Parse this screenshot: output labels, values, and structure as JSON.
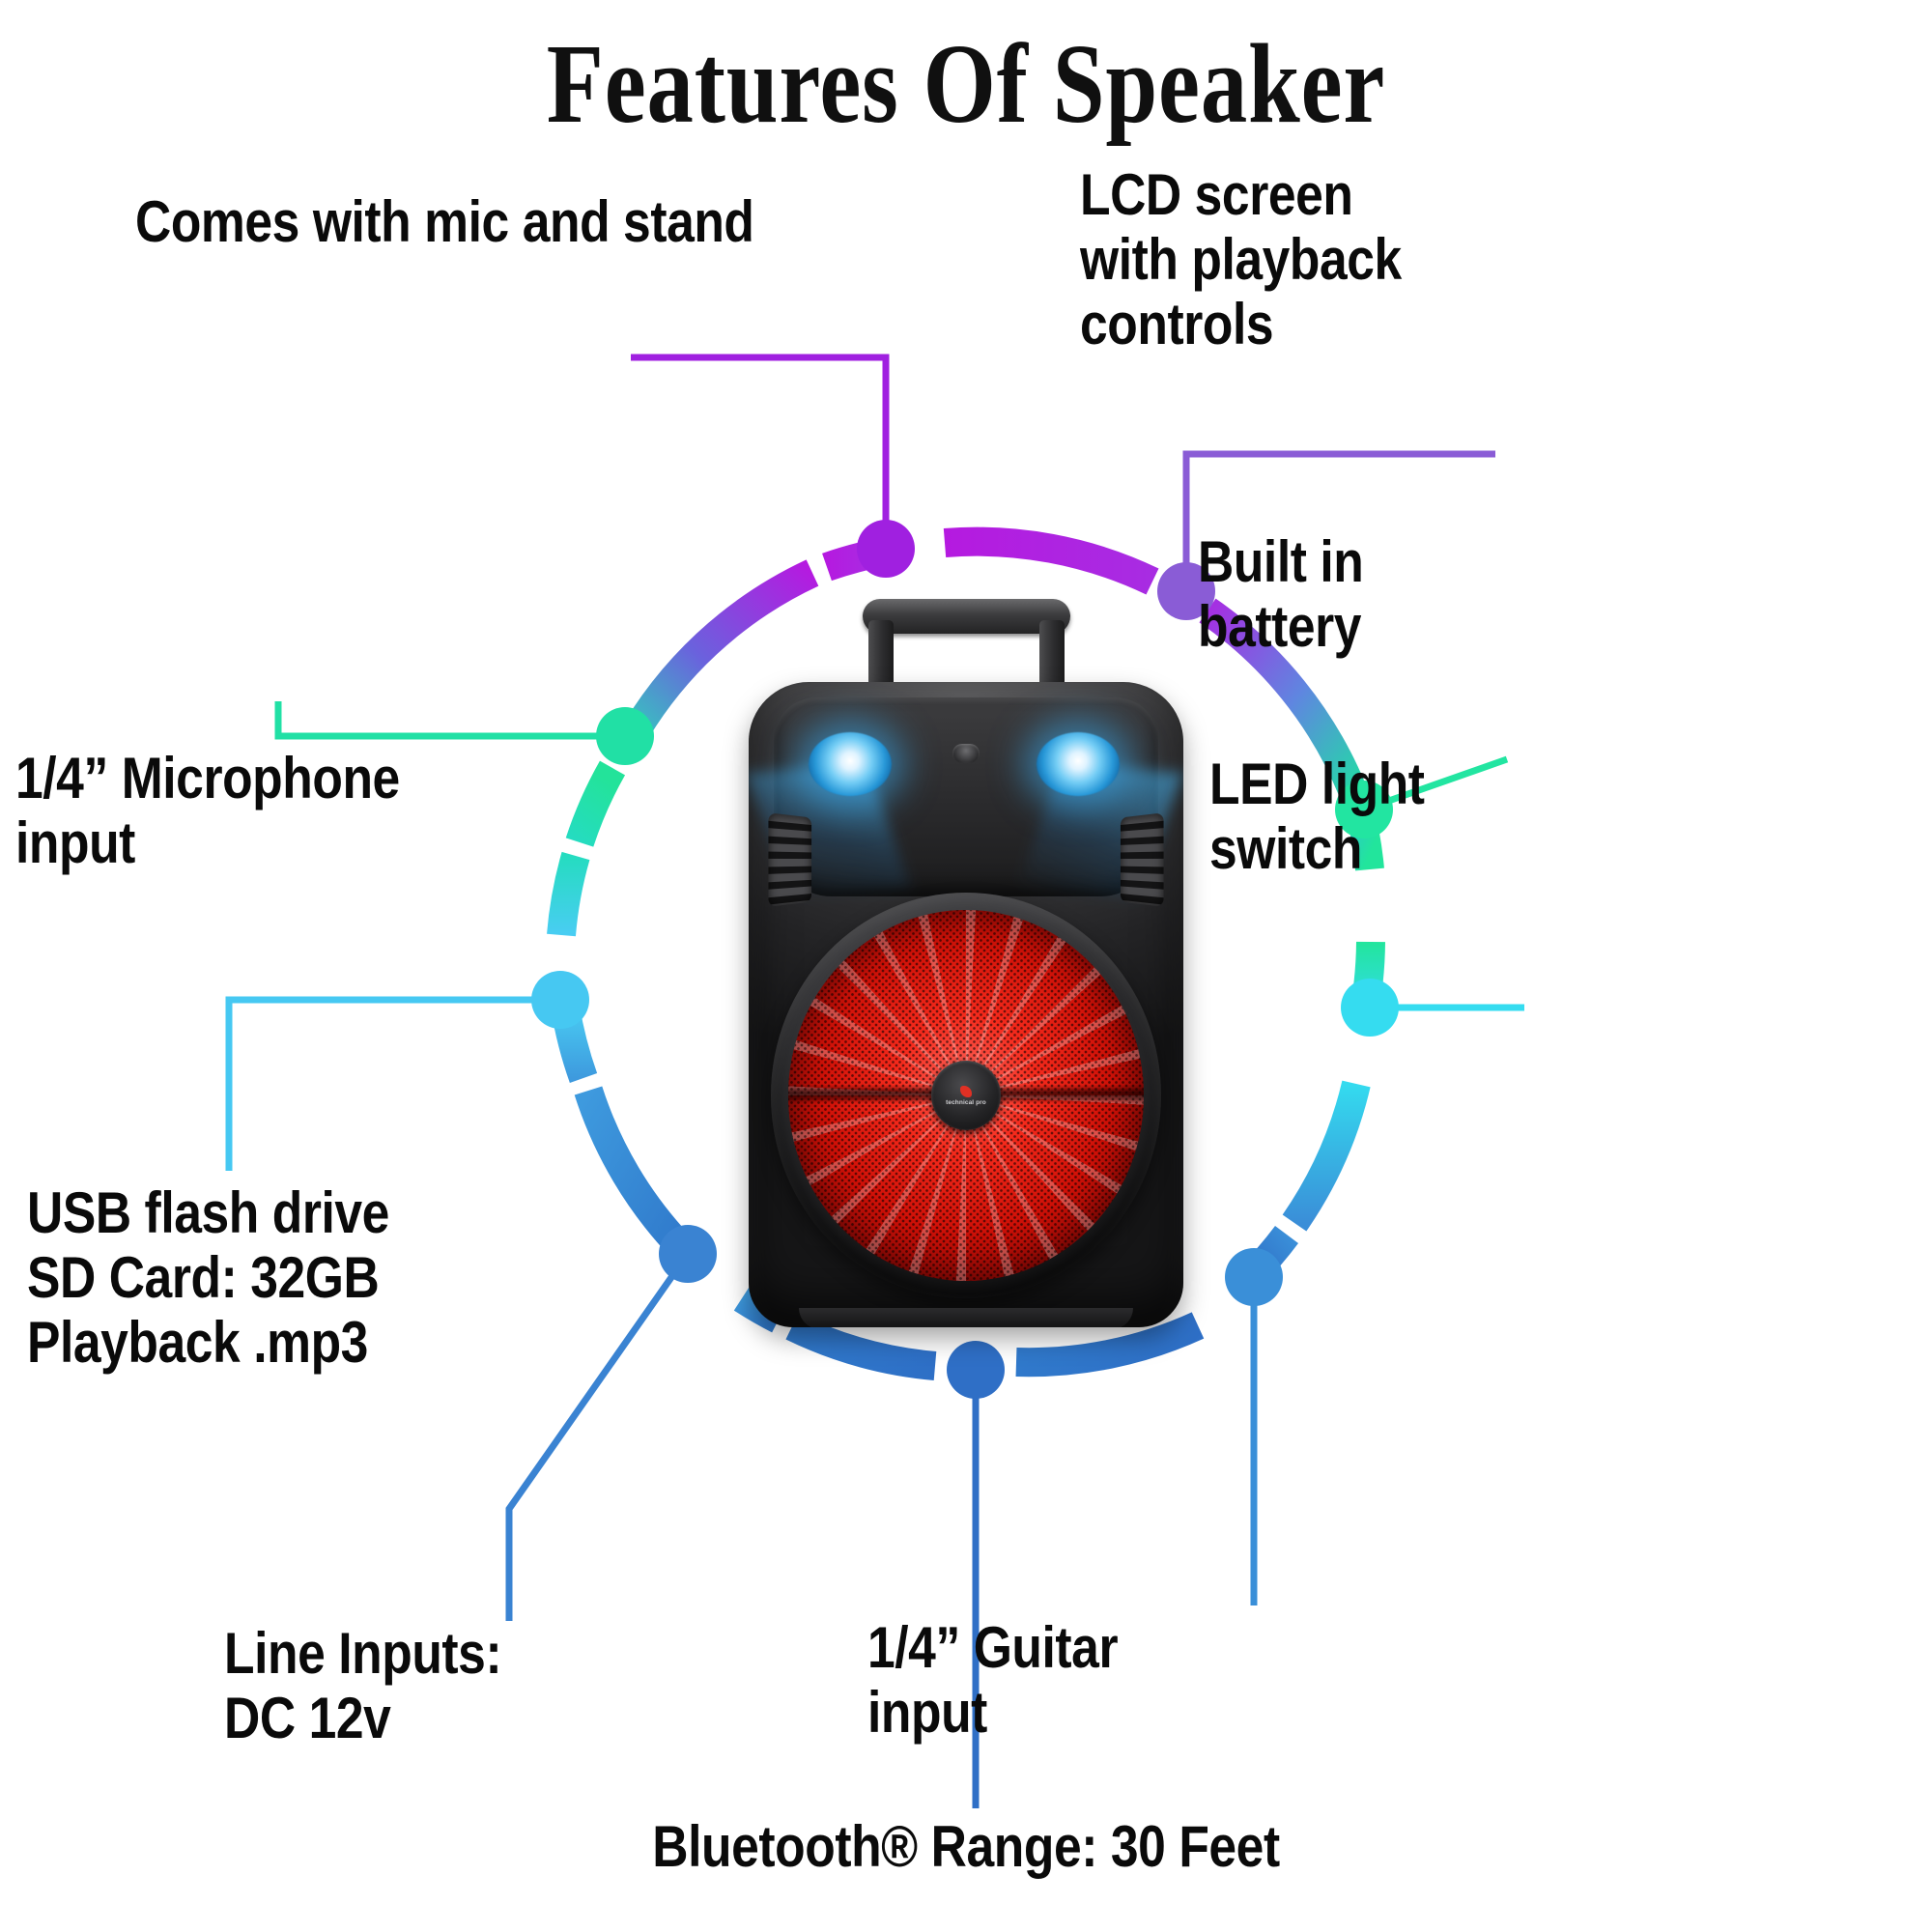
{
  "title": "Features Of  Speaker",
  "labels": {
    "mic_stand": "Comes with mic and stand",
    "lcd": "LCD screen\nwith playback\ncontrols",
    "mic_input": "1/4” Microphone\ninput",
    "usb": "USB flash drive\nSD Card: 32GB\nPlayback .mp3",
    "line_inputs": "Line Inputs:\nDC 12v",
    "bluetooth": "Bluetooth® Range: 30 Feet",
    "guitar": "1/4” Guitar\ninput",
    "battery": "Built in\nbattery",
    "led": "LED light\nswitch"
  },
  "speaker": {
    "brand": "technical pro",
    "woofer_color": "#e0231a",
    "lamp_color": "#4db6ec",
    "body_color": "#2b2b2d"
  },
  "ring": {
    "colors": {
      "magenta": "#b51ae0",
      "purple": "#8b4fdd",
      "violet": "#7b5ee0",
      "teal": "#25d6b0",
      "green": "#23e39a",
      "spring": "#1fe0a0",
      "cyan": "#2fd8e8",
      "sky": "#2ec6f0",
      "lightblue": "#35a8e8",
      "blue": "#2f7fd0",
      "deepblue": "#2a6fc4"
    },
    "nodes": [
      {
        "name": "mic-stand",
        "color": "#a020e0"
      },
      {
        "name": "lcd",
        "color": "#8a5cd6"
      },
      {
        "name": "battery",
        "color": "#22e5a1"
      },
      {
        "name": "led",
        "color": "#35dcf0"
      },
      {
        "name": "guitar",
        "color": "#3a8fd8"
      },
      {
        "name": "bluetooth",
        "color": "#2f6fc6"
      },
      {
        "name": "line-inputs",
        "color": "#3a83d2"
      },
      {
        "name": "usb",
        "color": "#46c8f2"
      },
      {
        "name": "mic-input",
        "color": "#21e0a5"
      }
    ]
  }
}
